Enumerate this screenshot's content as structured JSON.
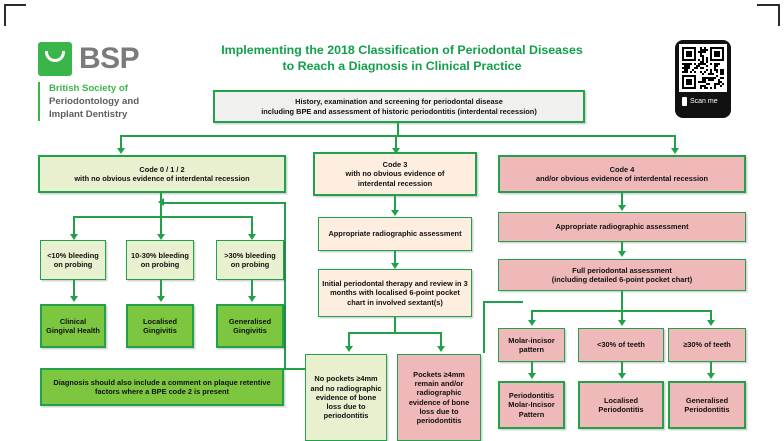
{
  "header": {
    "title_line1": "Implementing the 2018 Classification of Periodontal Diseases",
    "title_line2": "to Reach a Diagnosis in Clinical Practice",
    "logo_text": "BSP",
    "logo_sub_1": "British Society of",
    "logo_sub_2": "Periodontology and",
    "logo_sub_3": "Implant Dentistry",
    "qr_label": "Scan me"
  },
  "colors": {
    "brand_green": "#12a04a",
    "line_green": "#22a14b",
    "logo_green": "#39b54a",
    "diagnosis_green": "#7dc63f",
    "cream": "#fdeee0",
    "pale_green": "#e8f0cf",
    "pink": "#eeb9b8"
  },
  "nodes": {
    "start_l1": "History, examination and screening for periodontal disease",
    "start_l2": "including BPE and assessment of historic periodontitis (interdental recession)",
    "code012_l1": "Code 0 / 1 / 2",
    "code012_l2": "with no obvious evidence of interdental recession",
    "code3_l1": "Code 3",
    "code3_l2": "with no obvious evidence of",
    "code3_l3": "interdental recession",
    "code4_l1": "Code 4",
    "code4_l2": "and/or obvious evidence of interdental recession",
    "bop_lt10": "<10% bleeding on probing",
    "bop_10_30": "10-30% bleeding on probing",
    "bop_gt30": ">30% bleeding on probing",
    "dx_clinical_gingival_health": "Clinical Gingival Health",
    "dx_localised_gingivitis": "Localised Gingivitis",
    "dx_generalised_gingivitis": "Generalised Gingivitis",
    "plaque_note": "Diagnosis should also include a comment on plaque retentive factors where a BPE code 2 is present",
    "c3_radiographic": "Appropriate radiographic assessment",
    "c3_initial_therapy": "Initial periodontal therapy and review in 3 months with localised 6-point pocket chart in involved sextant(s)",
    "c3_no_pockets": "No pockets ≥4mm and no radiographic evidence of bone loss due to periodontitis",
    "c3_pockets_remain": "Pockets ≥4mm remain and/or radiographic evidence of bone loss due to periodontitis",
    "c4_radiographic": "Appropriate radiographic assessment",
    "c4_full_assessment_l1": "Full periodontal assessment",
    "c4_full_assessment_l2": "(including detailed 6-point pocket chart)",
    "pattern_molar_incisor": "Molar-incisor pattern",
    "pattern_lt30": "<30% of teeth",
    "pattern_gte30": "≥30% of teeth",
    "dx_perio_molar_incisor": "Periodontitis Molar-Incisor Pattern",
    "dx_localised_perio": "Localised Periodontitis",
    "dx_generalised_perio": "Generalised Periodontitis"
  }
}
